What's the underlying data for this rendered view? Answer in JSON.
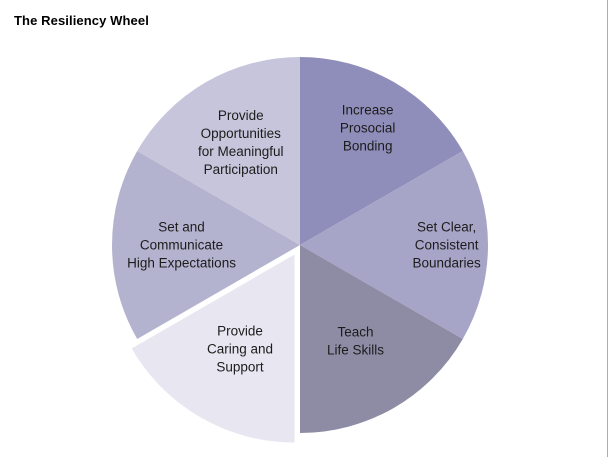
{
  "page_title": "The Resiliency Wheel",
  "chart_data": {
    "type": "pie",
    "title": "The Resiliency Wheel",
    "legend": "none",
    "background_color": "#ffffff",
    "slices": [
      {
        "label": "Increase Prosocial Bonding",
        "lines": [
          "Increase",
          "Prosocial",
          "Bonding"
        ],
        "value": 16.67,
        "color": "#8f8eba",
        "exploded": false,
        "label_r": 0.72
      },
      {
        "label": "Set Clear, Consistent Boundaries",
        "lines": [
          "Set Clear,",
          "Consistent",
          "Boundaries"
        ],
        "value": 16.67,
        "color": "#a6a5c8",
        "exploded": false,
        "label_r": 0.78
      },
      {
        "label": "Teach Life Skills",
        "lines": [
          "Teach",
          "Life Skills"
        ],
        "value": 16.67,
        "color": "#8e8ca4",
        "exploded": false,
        "label_r": 0.59
      },
      {
        "label": "Provide Caring and Support",
        "lines": [
          "Provide",
          "Caring and",
          "Support"
        ],
        "value": 16.67,
        "color": "#e8e6f1",
        "exploded": true,
        "label_r": 0.58
      },
      {
        "label": "Set and Communicate High Expectations",
        "lines": [
          "Set and",
          "Communicate",
          "High Expectations"
        ],
        "value": 16.67,
        "color": "#b4b3cf",
        "exploded": false,
        "label_r": 0.63
      },
      {
        "label": "Provide Opportunities for Meaningful Participation",
        "lines": [
          "Provide",
          "Opportunities",
          "for Meaningful",
          "Participation"
        ],
        "value": 16.67,
        "color": "#c6c5db",
        "exploded": false,
        "label_r": 0.63
      }
    ]
  }
}
